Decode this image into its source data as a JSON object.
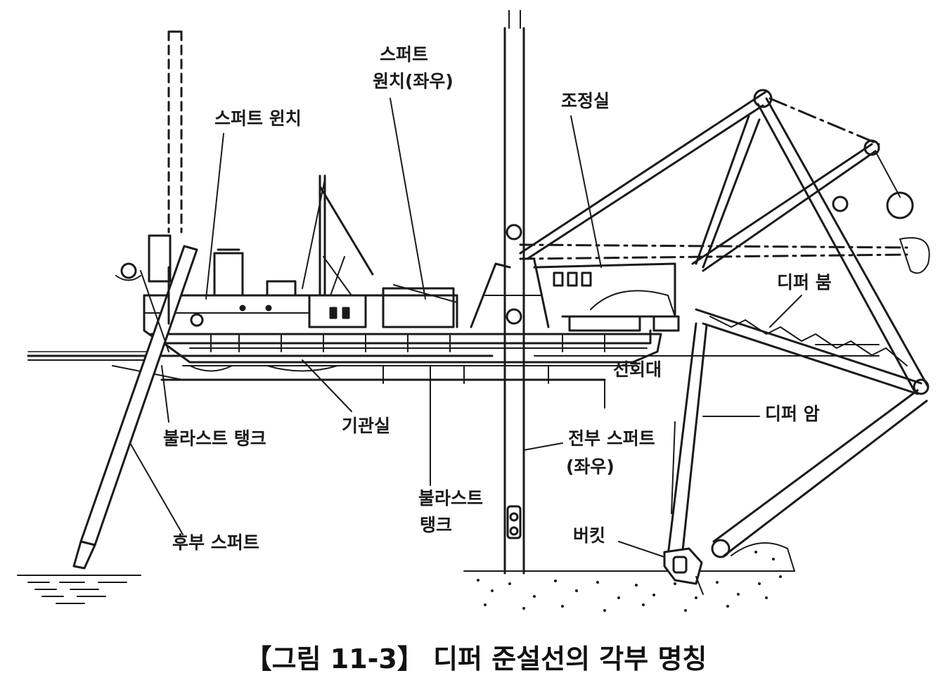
{
  "labels": {
    "stern_spud_winch": "스퍼트 윈치",
    "spud_winch_lr_line1": "스퍼트",
    "spud_winch_lr_line2": "원치(좌우)",
    "control_room": "조정실",
    "dipper_boom": "디퍼 붐",
    "turntable": "선회대",
    "engine_room": "기관실",
    "ballast_tank_left": "불라스트 탱크",
    "ballast_tank_center_line1": "불라스트",
    "ballast_tank_center_line2": "탱크",
    "front_spud_line1": "전부 스퍼트",
    "front_spud_line2": "(좌우)",
    "dipper_arm": "디퍼 암",
    "rear_spud": "후부 스퍼트",
    "bucket": "버킷"
  },
  "caption": "【그림 11-3】 디퍼 준설선의 각부 명칭",
  "colors": {
    "line": "#1a1a1a",
    "background": "#ffffff"
  }
}
